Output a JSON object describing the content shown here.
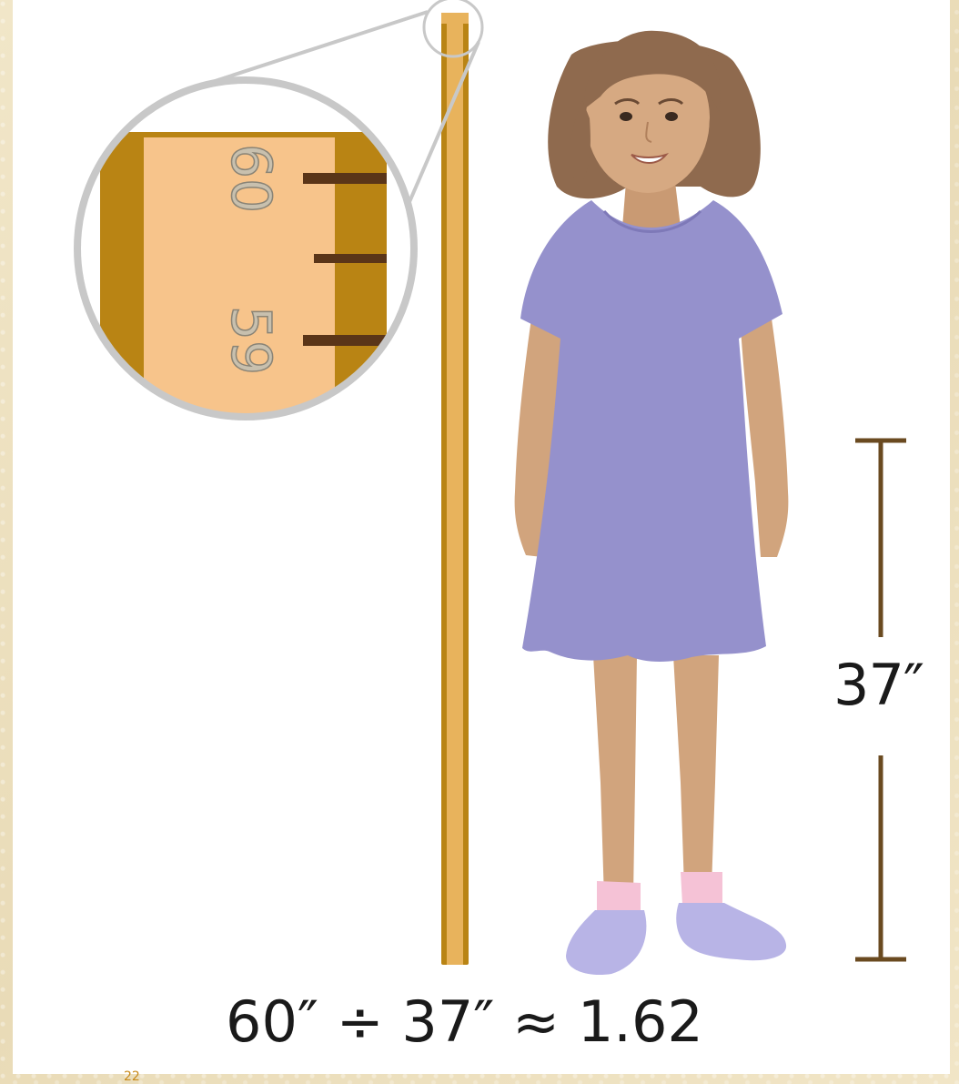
{
  "zoom_inset": {
    "tick_labels": [
      "60",
      "59"
    ]
  },
  "measurement": {
    "label": "37″"
  },
  "equation": {
    "text": "60″ ÷ 37″ ≈ 1.62"
  },
  "page_number": "22",
  "colors": {
    "ruler": "#e8b35c",
    "ruler_dark": "#b98414",
    "dress": "#9591cc",
    "skin": "#d1a47d",
    "hair": "#8f6a4e",
    "sock": "#f5c2d6",
    "shoe": "#b8b4e6",
    "bracket": "#6a4a20",
    "frame": "#efe3c3"
  }
}
